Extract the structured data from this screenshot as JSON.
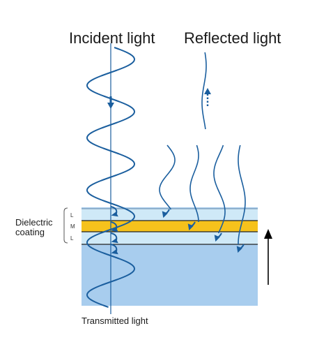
{
  "labels": {
    "incident": "Incident light",
    "reflected": "Reflected light",
    "transmitted": "Transmitted light",
    "dielectric_line1": "Dielectric",
    "dielectric_line2": "coating"
  },
  "layers": [
    {
      "code": "L",
      "color": "#cfe9f7"
    },
    {
      "code": "M",
      "color": "#f6c21c"
    },
    {
      "code": "L",
      "color": "#cfe9f7"
    }
  ],
  "colors": {
    "wave": "#1a5e9e",
    "substrate": "#a8cdee",
    "substrate_edge": "#8fbde6",
    "layer_edge": "#222222",
    "thin_layer": "#cfe9f7",
    "high_layer": "#f6c21c",
    "arrow": "#000000"
  },
  "icons": {
    "incident_direction": "down-arrow-icon",
    "reflected_direction": "dotted-up-arrow-icon",
    "layer_bracket": "bracket-icon",
    "thickness_direction": "up-arrow-icon"
  }
}
